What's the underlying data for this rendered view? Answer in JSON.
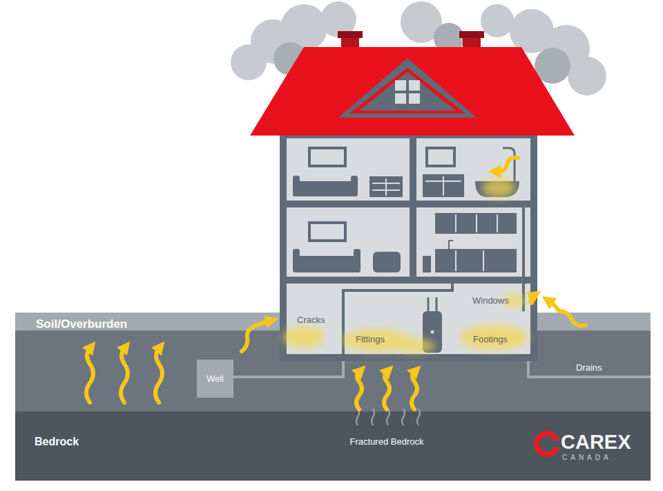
{
  "diagram": {
    "nodes": [
      {
        "text": [
          "Well"
        ]
      }
    ],
    "labels": [
      "Soil/Overburden",
      "Cracks",
      "Fittings",
      "Footings",
      "Windows",
      "Drains",
      "Bedrock",
      "Fractured Bedrock",
      "CAREX",
      "CANADA"
    ]
  }
}
